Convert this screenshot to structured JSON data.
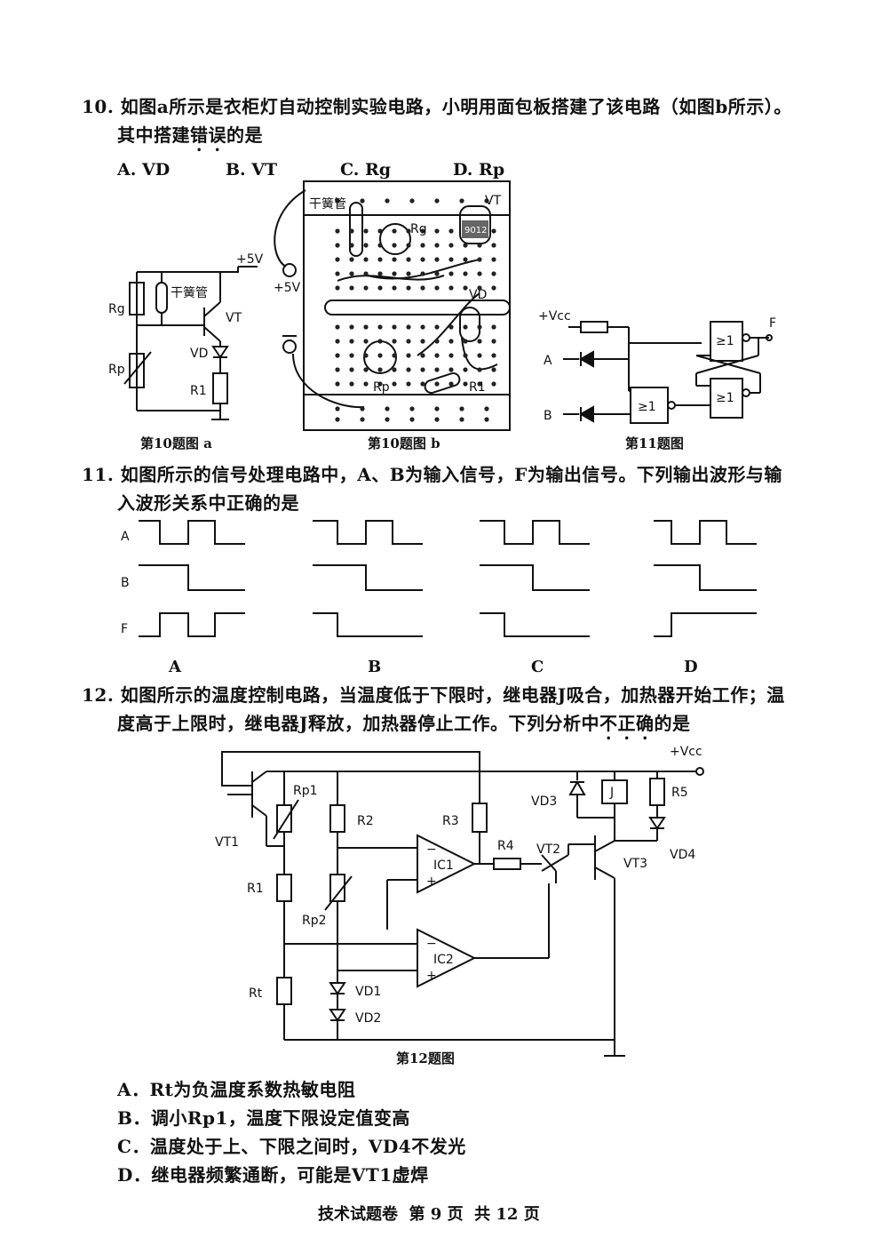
{
  "q10": {
    "number": "10.",
    "stem_line1": "如图a所示是衣柜灯自动控制实验电路，小明用面包板搭建了该电路（如图b所示）。",
    "stem_line2_pre": "其中搭建",
    "stem_line2_emph": "错误",
    "stem_line2_post": "的是",
    "options": [
      "A. VD",
      "B. VT",
      "C. Rg",
      "D. Rp"
    ],
    "fig_a_caption": "第10题图 a",
    "fig_b_caption": "第10题图 b",
    "fig_a_labels": {
      "vplus": "+5V",
      "reed": "干簧管",
      "rg": "Rg",
      "rp": "Rp",
      "vt": "VT",
      "vd": "VD",
      "r1": "R1"
    },
    "fig_b_labels": {
      "reed": "干簧管",
      "rg": "Rg",
      "vt": "VT",
      "chip": "9012",
      "vplus": "+5V",
      "vd": "VD",
      "rp": "Rp",
      "r1": "R1"
    }
  },
  "q11": {
    "number": "11.",
    "stem_line1": "如图所示的信号处理电路中，A、B为输入信号，F为输出信号。下列输出波形与输",
    "stem_line2": "入波形关系中正确的是",
    "fig_caption": "第11题图",
    "fig_labels": {
      "vcc": "+Vcc",
      "a": "A",
      "b": "B",
      "f": "F",
      "gate": "≥1"
    },
    "wave_rows": [
      "A",
      "B",
      "F"
    ],
    "options": [
      "A",
      "B",
      "C",
      "D"
    ]
  },
  "q12": {
    "number": "12.",
    "stem_line1": "如图所示的温度控制电路，当温度低于下限时，继电器J吸合，加热器开始工作；温",
    "stem_line2_pre": "度高于上限时，继电器J释放，加热器停止工作。下列分析中",
    "stem_line2_emph": "不正确",
    "stem_line2_post": "的是",
    "fig_caption": "第12题图",
    "fig_labels": {
      "vcc": "+Vcc",
      "vt1": "VT1",
      "rp1": "Rp1",
      "r1": "R1",
      "rt": "Rt",
      "r2": "R2",
      "rp2": "Rp2",
      "vd1": "VD1",
      "vd2": "VD2",
      "r3": "R3",
      "ic1": "IC1",
      "ic2": "IC2",
      "r4": "R4",
      "vt2": "VT2",
      "vt3": "VT3",
      "vd3": "VD3",
      "j": "J",
      "r5": "R5",
      "vd4": "VD4"
    },
    "options": [
      "A．Rt为负温度系数热敏电阻",
      "B．调小Rp1，温度下限设定值变高",
      "C．温度处于上、下限之间时，VD4不发光",
      "D．继电器频繁通断，可能是VT1虚焊"
    ]
  },
  "footer": "技术试题卷  第 9 页  共 12 页"
}
